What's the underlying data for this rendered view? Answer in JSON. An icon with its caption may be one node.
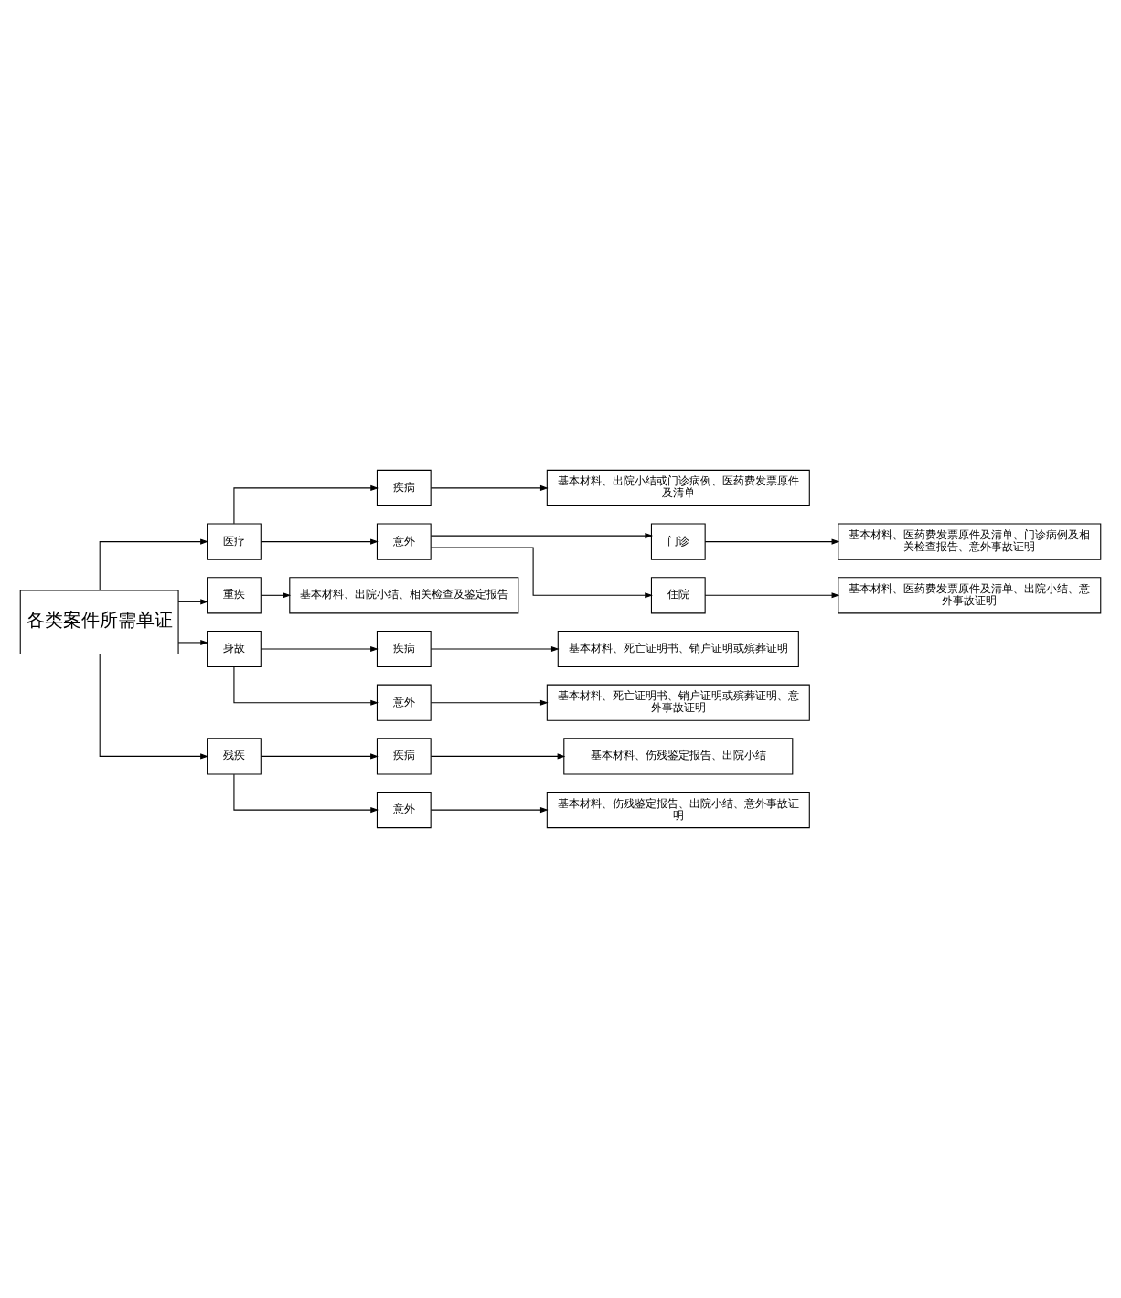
{
  "diagram": {
    "nodes": [
      {
        "text": [
          "各类案件所需单证"
        ]
      },
      {
        "text": [
          "医疗"
        ]
      },
      {
        "text": [
          "疾病"
        ]
      },
      {
        "text": [
          "基本材料、出院小结或门诊病例、医药费发票原件及清单"
        ]
      },
      {
        "text": [
          "意外"
        ]
      },
      {
        "text": [
          "门诊"
        ]
      },
      {
        "text": [
          "基本材料、医药费发票原件及清单、门诊病例及相关检查报告、意外事故证明"
        ]
      },
      {
        "text": [
          "住院"
        ]
      },
      {
        "text": [
          "基本材料、医药费发票原件及清单、出院小结、意外事故证明"
        ]
      },
      {
        "text": [
          "重疾"
        ]
      },
      {
        "text": [
          "基本材料、出院小结、相关检查及鉴定报告"
        ]
      },
      {
        "text": [
          "身故"
        ]
      },
      {
        "text": [
          "疾病"
        ]
      },
      {
        "text": [
          "基本材料、死亡证明书、销户证明或殡葬证明"
        ]
      },
      {
        "text": [
          "意外"
        ]
      },
      {
        "text": [
          "基本材料、死亡证明书、销户证明或殡葬证明、意外事故证明"
        ]
      },
      {
        "text": [
          "残疾"
        ]
      },
      {
        "text": [
          "疾病"
        ]
      },
      {
        "text": [
          "基本材料、伤残鉴定报告、出院小结"
        ]
      },
      {
        "text": [
          "意外"
        ]
      },
      {
        "text": [
          "基本材料、伤残鉴定报告、出院小结、意外事故证明"
        ]
      }
    ],
    "edges": [
      {
        "from": 0,
        "to": 1,
        "arrow": "to"
      },
      {
        "from": 1,
        "to": 2,
        "arrow": "to"
      },
      {
        "from": 2,
        "to": 3,
        "arrow": "to"
      },
      {
        "from": 1,
        "to": 4,
        "arrow": "to"
      },
      {
        "from": 4,
        "to": 5,
        "arrow": "to"
      },
      {
        "from": 5,
        "to": 6,
        "arrow": "to"
      },
      {
        "from": 4,
        "to": 7,
        "arrow": "to"
      },
      {
        "from": 7,
        "to": 8,
        "arrow": "to"
      },
      {
        "from": 0,
        "to": 9,
        "arrow": "to"
      },
      {
        "from": 9,
        "to": 10,
        "arrow": "to"
      },
      {
        "from": 0,
        "to": 11,
        "arrow": "to"
      },
      {
        "from": 11,
        "to": 12,
        "arrow": "to"
      },
      {
        "from": 12,
        "to": 13,
        "arrow": "to"
      },
      {
        "from": 11,
        "to": 14,
        "arrow": "to"
      },
      {
        "from": 14,
        "to": 15,
        "arrow": "to"
      },
      {
        "from": 0,
        "to": 16,
        "arrow": "to"
      },
      {
        "from": 16,
        "to": 17,
        "arrow": "to"
      },
      {
        "from": 17,
        "to": 18,
        "arrow": "to"
      },
      {
        "from": 16,
        "to": 19,
        "arrow": "to"
      },
      {
        "from": 19,
        "to": 20,
        "arrow": "to"
      }
    ]
  }
}
